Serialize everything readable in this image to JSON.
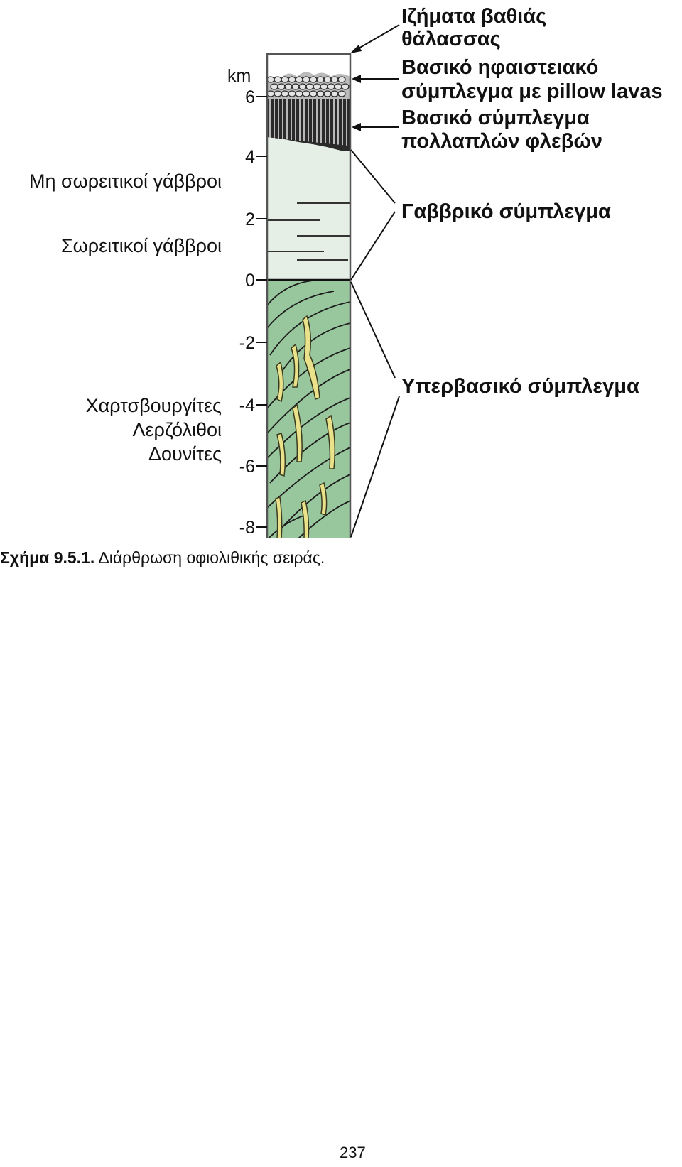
{
  "figure": {
    "axis": {
      "unit": "km",
      "ticks": [
        "6",
        "4",
        "2",
        "0",
        "-2",
        "-4",
        "-6",
        "-8"
      ]
    },
    "right_labels": [
      {
        "lines": [
          "Ιζήματα βαθιάς",
          "θάλασσας"
        ]
      },
      {
        "lines": [
          "Βασικό ηφαιστειακό",
          "σύμπλεγμα με pillow lavas"
        ]
      },
      {
        "lines": [
          "Βασικό σύμπλεγμα",
          "πολλαπλών φλεβών"
        ]
      },
      {
        "lines": [
          "Γαββρικό σύμπλεγμα"
        ]
      },
      {
        "lines": [
          "Υπερβασικό σύμπλεγμα"
        ]
      }
    ],
    "left_labels": [
      {
        "lines": [
          "Μη σωρειτικοί γάββροι"
        ]
      },
      {
        "lines": [
          "Σωρειτικοί γάββροι"
        ]
      },
      {
        "lines": [
          "Χαρτσβουργίτες",
          "Λερζόλιθοι",
          "Δουνίτες"
        ]
      }
    ],
    "colors": {
      "sediment": "#ffffff",
      "lava": "#bbbbbb",
      "dikes": "#2a2a2a",
      "gabbro": "#e6efe6",
      "ultramafic": "#98c79e",
      "veins": "#e9e28a"
    }
  },
  "caption": {
    "number": "Σχήμα 9.5.1.",
    "text": "Διάρθρωση οφιολιθικής σειράς."
  },
  "page_number": "237"
}
